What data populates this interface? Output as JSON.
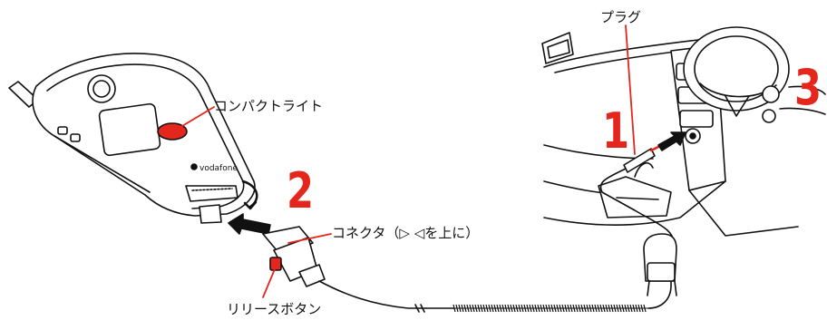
{
  "labels": {
    "compact_light": "コンパクトライト",
    "plug": "プラグ",
    "connector": "コネクタ（▷ ◁を上に）",
    "release_button": "リリースボタン"
  },
  "brand": "vodafone",
  "steps": [
    "1",
    "2",
    "3"
  ],
  "colors": {
    "step_red": "#e5261c",
    "line": "#111111",
    "callout_red": "#e5261c"
  }
}
